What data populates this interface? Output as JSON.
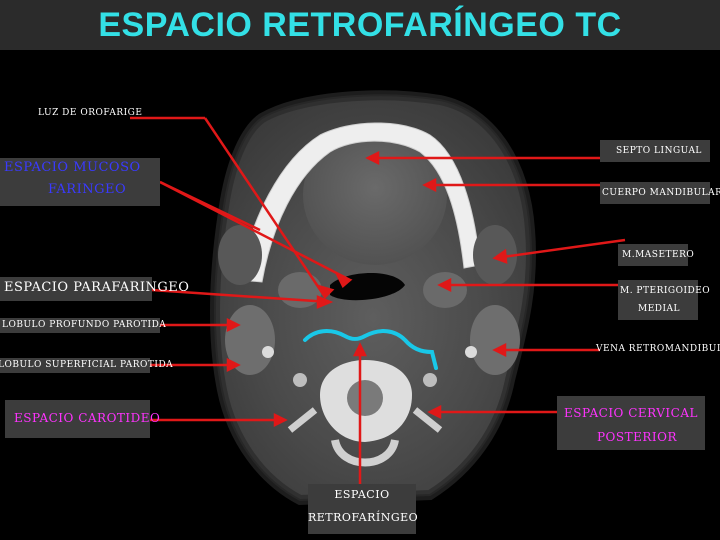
{
  "title": "ESPACIO RETROFARÍNGEO TC",
  "labels": {
    "luz_orofaringe": "LUZ DE OROFARIGE",
    "espacio_mucoso_1": "ESPACIO MUCOSO",
    "espacio_mucoso_2": "FARINGEO",
    "espacio_parafaringeo": "ESPACIO PARAFARINGEO",
    "lobulo_profundo": "LOBULO PROFUNDO PAROTIDA",
    "lobulo_superficial": "LOBULO SUPERFICIAL PAROTIDA",
    "espacio_carotideo": "ESPACIO CAROTIDEO",
    "septo_lingual": "SEPTO LINGUAL",
    "cuerpo_mandibular": "CUERPO MANDIBULAR",
    "masetero": "M.MASETERO",
    "pterigoideo_1": "M. PTERIGOIDEO",
    "pterigoideo_2": "MEDIAL",
    "vena_retromandibular": "VENA RETROMANDIBULAR",
    "espacio_cervical_1": "ESPACIO CERVICAL",
    "espacio_cervical_2": "POSTERIOR",
    "espacio_retrofaringeo_1": "ESPACIO",
    "espacio_retrofaringeo_2": "RETROFARÍNGEO"
  },
  "colors": {
    "title": "#33e0e6",
    "arrow": "#e01818",
    "retropharyngeal_outline": "#19c8e8",
    "label_blue": "#3a3aff",
    "label_magenta": "#ff33ff",
    "label_box": "#3c3c3c"
  }
}
